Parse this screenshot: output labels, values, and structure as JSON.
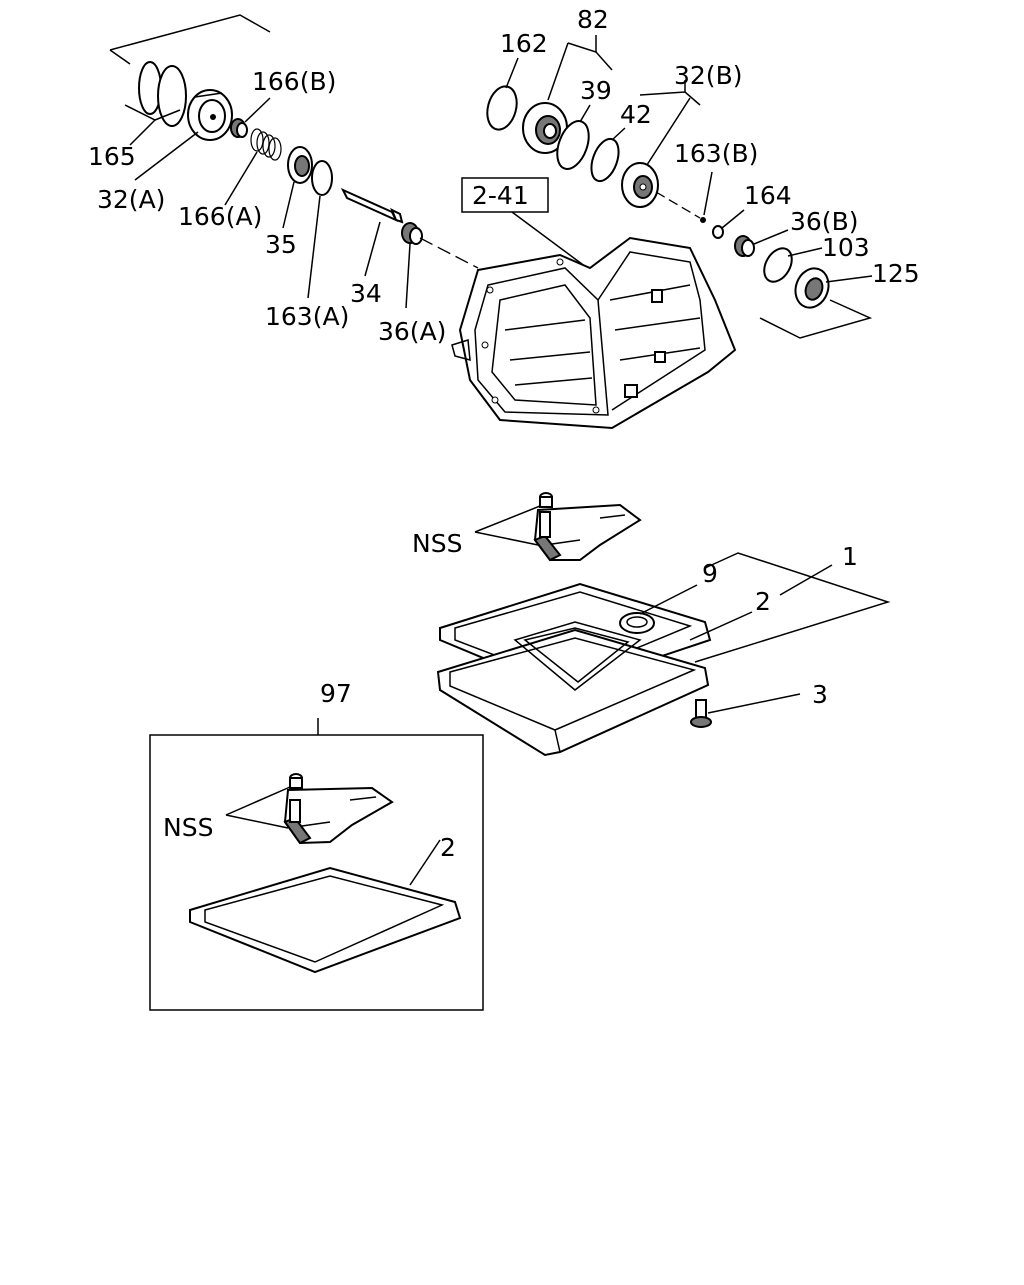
{
  "callouts": {
    "c82": "82",
    "c162": "162",
    "c166b": "166(B)",
    "c39": "39",
    "c32b": "32(B)",
    "c42": "42",
    "c165": "165",
    "c163b": "163(B)",
    "c32a": "32(A)",
    "c166a": "166(A)",
    "c241": "2-41",
    "c164": "164",
    "c36b": "36(B)",
    "c35": "35",
    "c103": "103",
    "c125": "125",
    "c34": "34",
    "c163a": "163(A)",
    "c36a": "36(A)",
    "nss_top": "NSS",
    "c1": "1",
    "c9": "9",
    "c2_top": "2",
    "c3": "3",
    "c97": "97",
    "nss_box": "NSS",
    "c2_box": "2"
  }
}
